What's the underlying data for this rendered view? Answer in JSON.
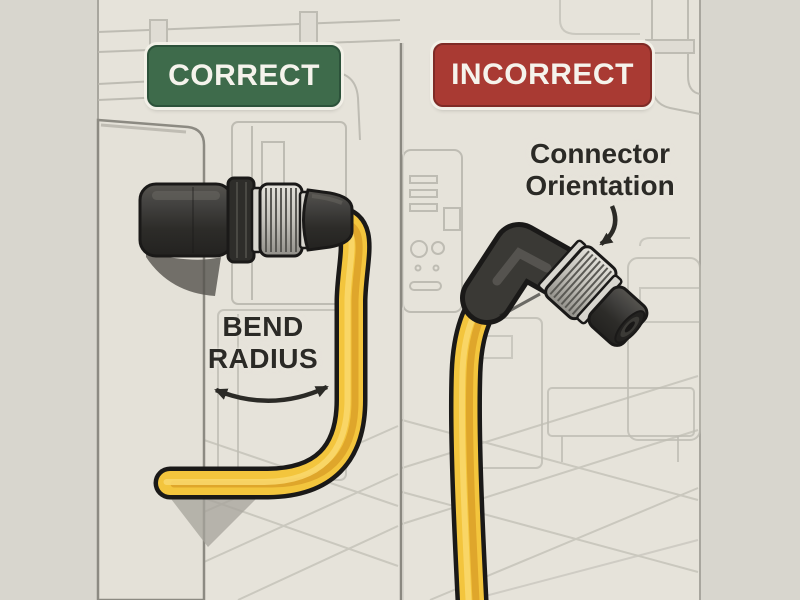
{
  "figure": {
    "subject": "Cable connector installation comparison diagram",
    "left_panel": {
      "badge": {
        "label": "CORRECT",
        "bg": "#3e6b4b",
        "border": "#2c523a",
        "text_color": "#f5f3ec"
      },
      "annotation": {
        "line1": "BEND",
        "line2": "RADIUS"
      },
      "illustration": "straight-connector-mated-to-wall-with-gentle-bend-cable"
    },
    "right_panel": {
      "badge": {
        "label": "INCORRECT",
        "bg": "#a93a33",
        "border": "#7f2b26",
        "text_color": "#f5f3ec"
      },
      "annotation": {
        "line1": "Connector",
        "line2": "Orientation"
      },
      "illustration": "right-angle-connector-unmated-pointing-down"
    },
    "colors": {
      "background": "#e6e3da",
      "side_walls": "#d8d6ce",
      "lineart": "#b7b5ac",
      "divider": "#8a8880",
      "cable_yellow": "#f3c53d",
      "cable_highlight": "#f9d76a",
      "cable_shade": "#dfa62b",
      "connector_dark": "#3a3935",
      "knurl_silver": "#cfcdc6",
      "outline": "#1a1918",
      "annotation_text": "#2b2a26"
    }
  }
}
